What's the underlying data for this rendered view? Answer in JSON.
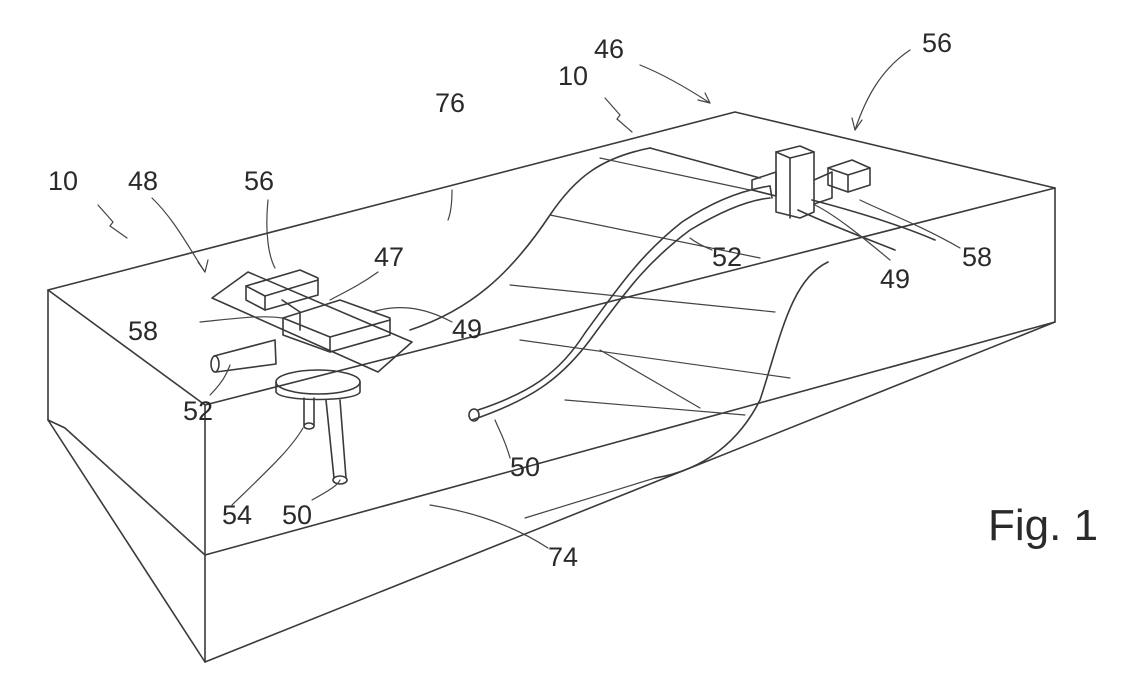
{
  "figure": {
    "caption": "Fig. 1",
    "labels": {
      "l10_left": "10",
      "l48": "48",
      "l56_left": "56",
      "l47": "47",
      "l58_left": "58",
      "l49_left": "49",
      "l52_left": "52",
      "l54": "54",
      "l50_left": "50",
      "l76": "76",
      "l10_right": "10",
      "l46": "46",
      "l56_right": "56",
      "l52_right": "52",
      "l49_right": "49",
      "l58_right": "58",
      "l50_mid": "50",
      "l74": "74"
    }
  }
}
